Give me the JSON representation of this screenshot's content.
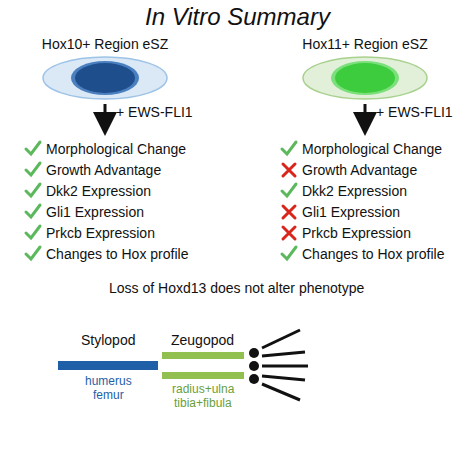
{
  "diagram": {
    "title": "In Vitro Summary",
    "nodes": [
      {
        "text": [
          "Hox10+ Region eSZ"
        ]
      },
      {
        "text": [
          "Hox11+ Region eSZ"
        ]
      }
    ],
    "labels": [
      "+ EWS-FLI1",
      "Morphological Change",
      "Growth Advantage",
      "Dkk2 Expression",
      "Gli1 Expression",
      "Prkcb Expression",
      "Changes to Hox profile",
      "+ EWS-FLI1",
      "Morphological Change",
      "Growth Advantage",
      "Dkk2 Expression",
      "Gli1 Expression",
      "Prkcb Expression",
      "Changes to Hox profile",
      "Loss of Hoxd13 does not alter phenotype",
      "Stylopod",
      "Zeugopod",
      "humerus",
      "femur",
      "radius+ulna",
      "tibia+fibula"
    ]
  }
}
